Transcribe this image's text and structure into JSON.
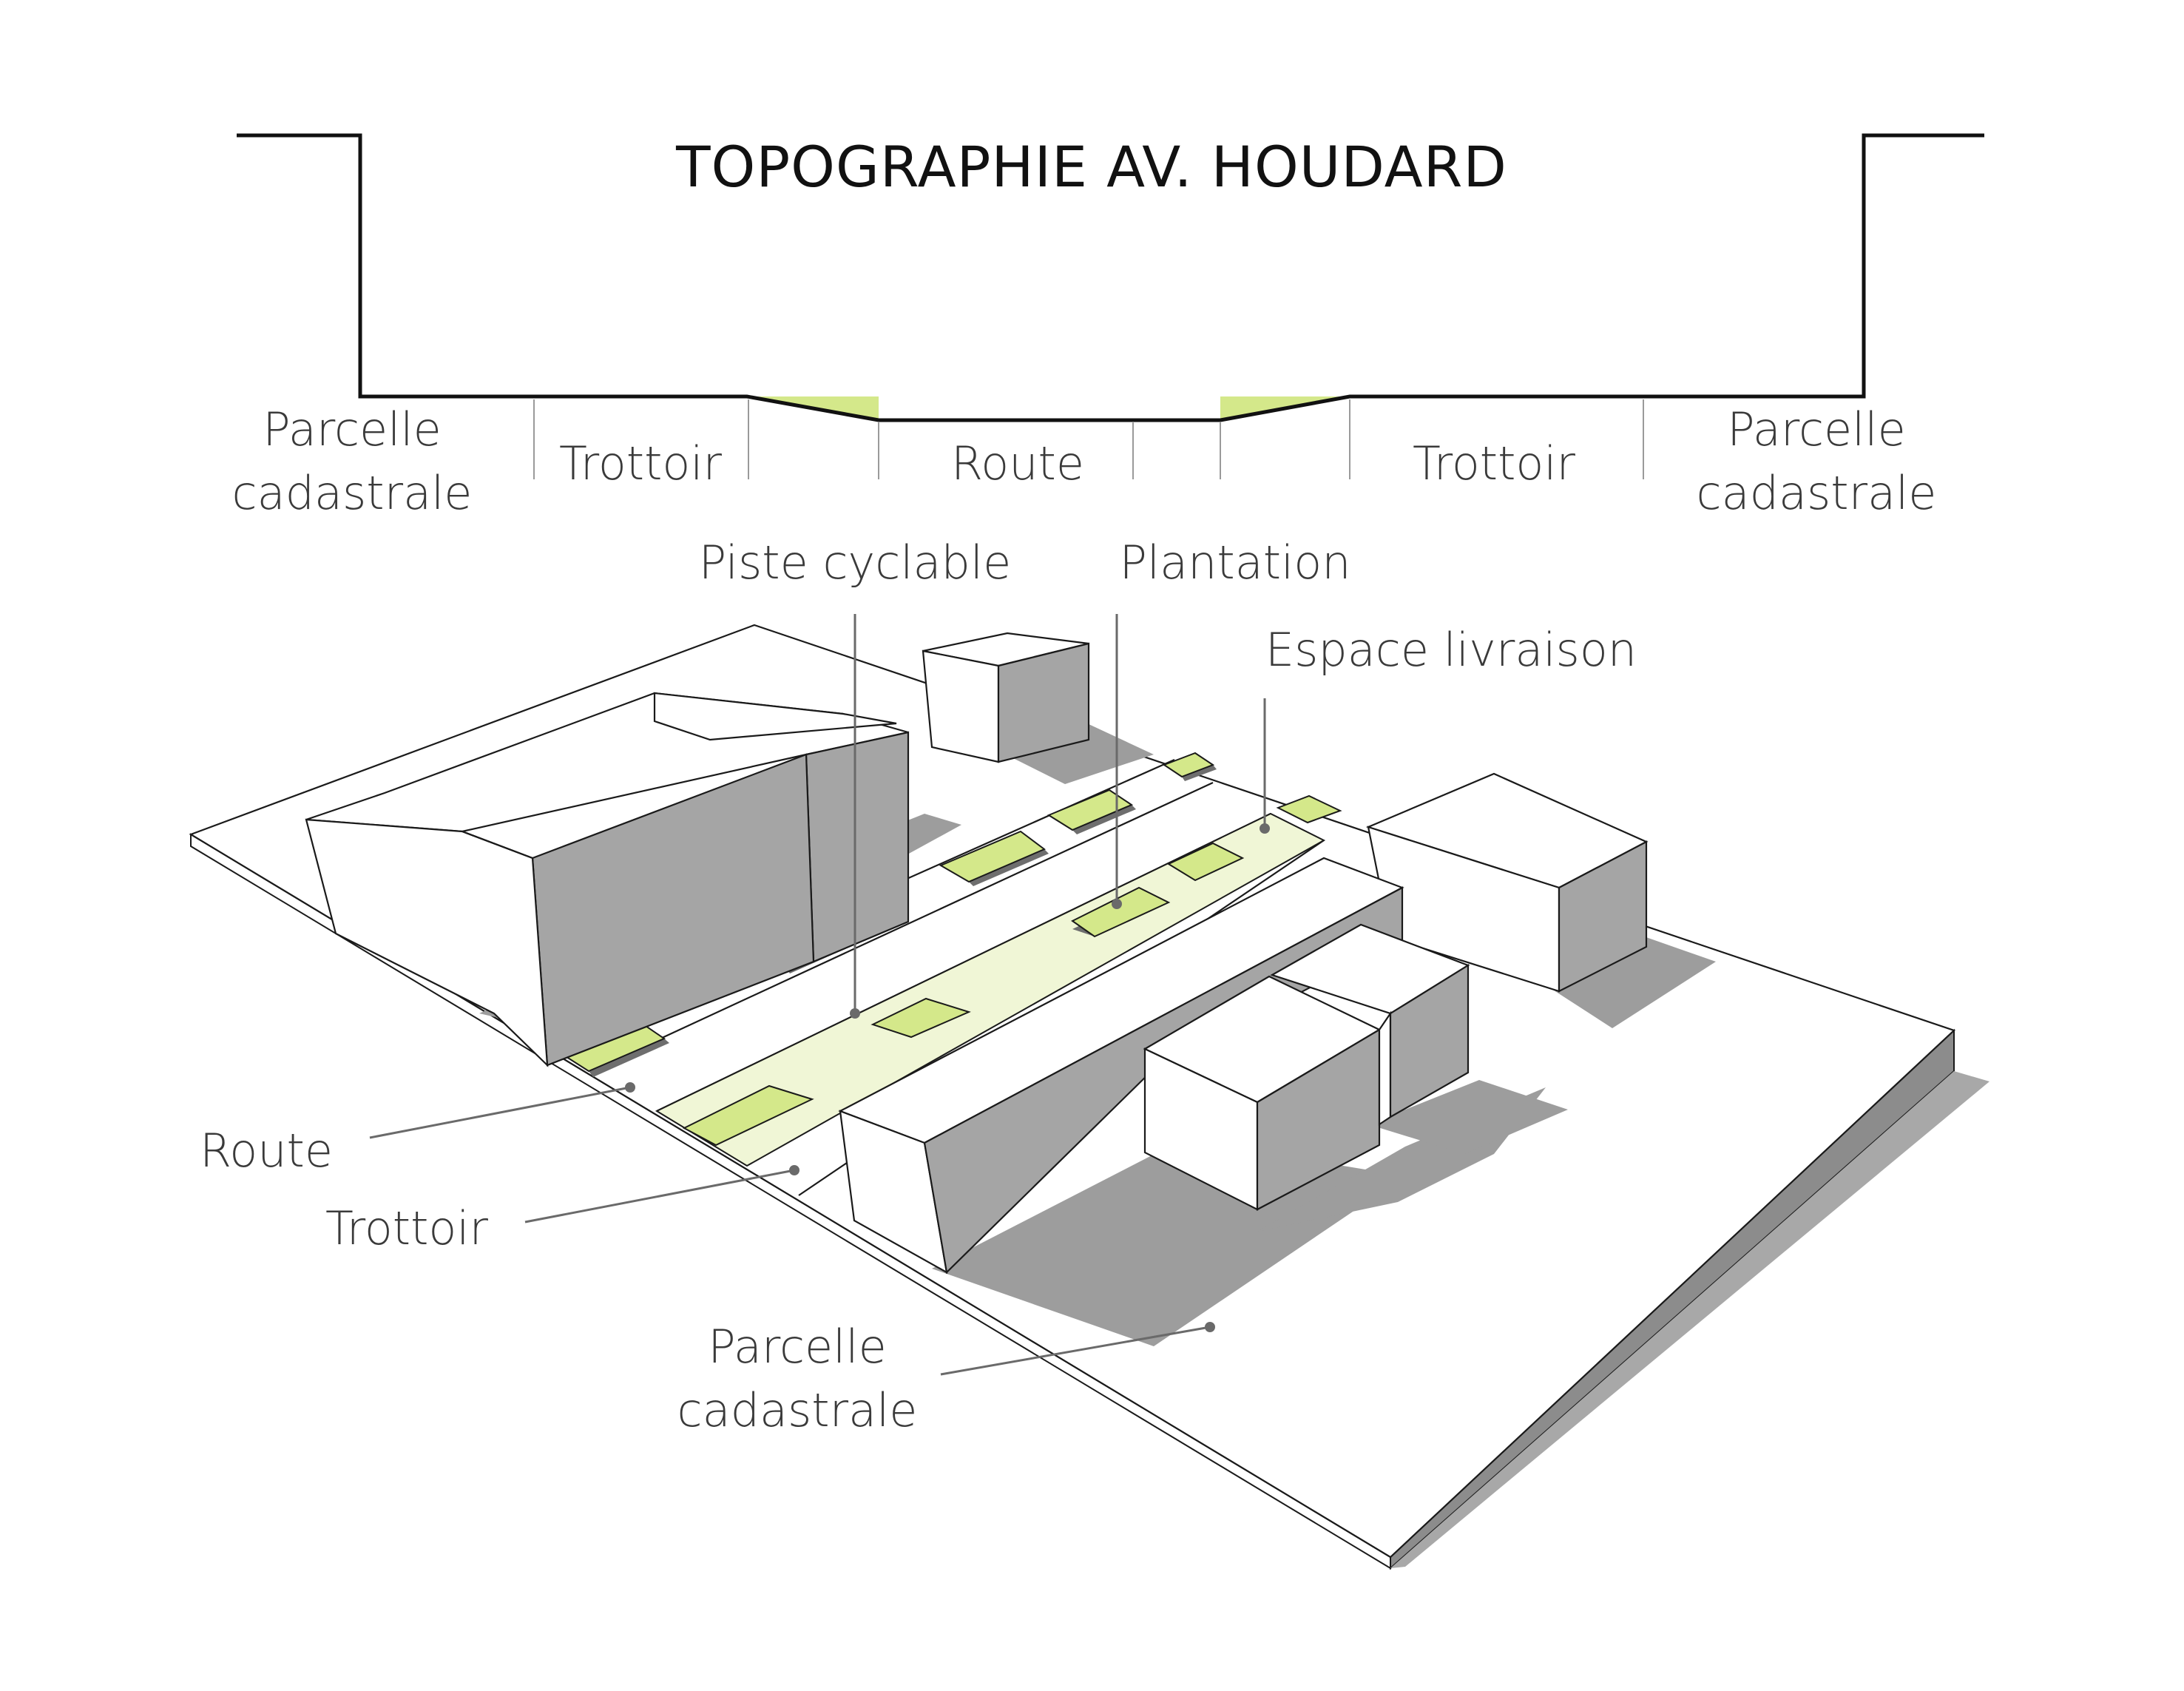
{
  "title": "TOPOGRAPHIE AV. HOUDARD",
  "section_labels": {
    "left_parcel_line1": "Parcelle",
    "left_parcel_line2": "cadastrale",
    "left_sidewalk": "Trottoir",
    "road": "Route",
    "right_sidewalk": "Trottoir",
    "right_parcel_line1": "Parcelle",
    "right_parcel_line2": "cadastrale"
  },
  "axo_labels": {
    "bike_lane": "Piste cyclable",
    "planting": "Plantation",
    "delivery_space": "Espace livraison",
    "road": "Route",
    "sidewalk": "Trottoir",
    "parcel_line1": "Parcelle",
    "parcel_line2": "cadastrale"
  },
  "colors": {
    "planting_green": "#d4e88a",
    "bike_lane": "#f0f6d6",
    "shadow_grey": "#9d9d9d",
    "line": "#1a1a1a"
  }
}
